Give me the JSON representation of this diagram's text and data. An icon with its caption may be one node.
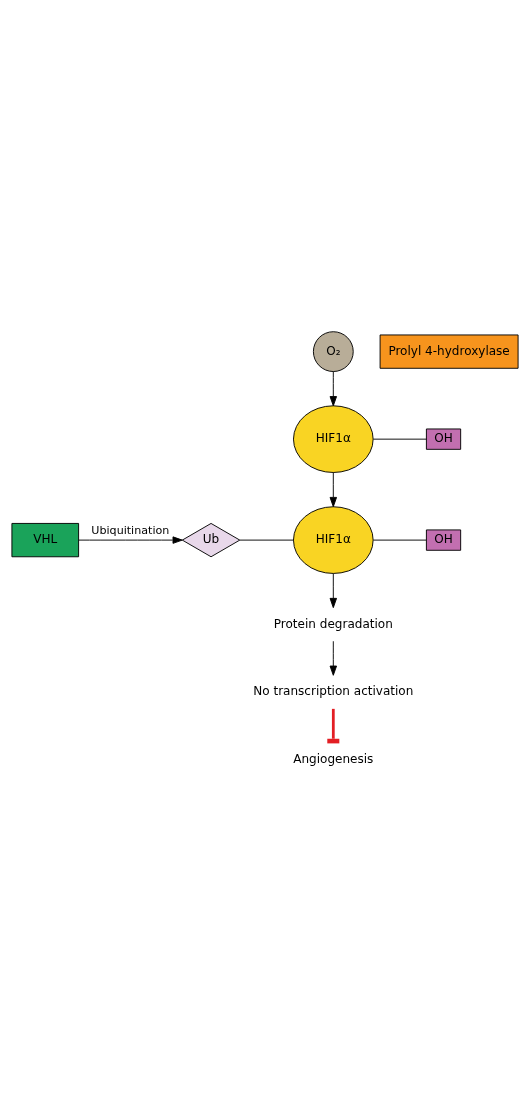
{
  "diagram": {
    "nodes": [
      {
        "text": [
          "O₂"
        ]
      },
      {
        "text": [
          "Prolyl 4-hydroxylase"
        ]
      },
      {
        "text": [
          "HIF1α"
        ]
      },
      {
        "text": [
          "OH"
        ]
      },
      {
        "text": [
          "HIF1α"
        ]
      },
      {
        "text": [
          "OH"
        ]
      },
      {
        "text": [
          "VHL"
        ]
      },
      {
        "text": [
          "Ub"
        ]
      },
      {
        "text": [
          "Protein degradation"
        ]
      },
      {
        "text": [
          "No transcription activation"
        ]
      },
      {
        "text": [
          "Angiogenesis"
        ]
      }
    ],
    "edges": [
      {
        "from": 0,
        "to": 2,
        "arrow": "to"
      },
      {
        "from": 2,
        "to": 3,
        "arrow": "none"
      },
      {
        "from": 2,
        "to": 4,
        "arrow": "to"
      },
      {
        "from": 6,
        "to": 7,
        "arrow": "to",
        "label": "Ubiquitination"
      },
      {
        "from": 4,
        "to": 5,
        "arrow": "none"
      },
      {
        "from": 7,
        "to": 4,
        "arrow": "none"
      },
      {
        "from": 4,
        "to": 8,
        "arrow": "to"
      },
      {
        "from": 8,
        "to": 9,
        "arrow": "to"
      },
      {
        "from": 9,
        "to": 10,
        "arrow": "other",
        "style": "thick",
        "color": "#e31e24"
      }
    ]
  }
}
